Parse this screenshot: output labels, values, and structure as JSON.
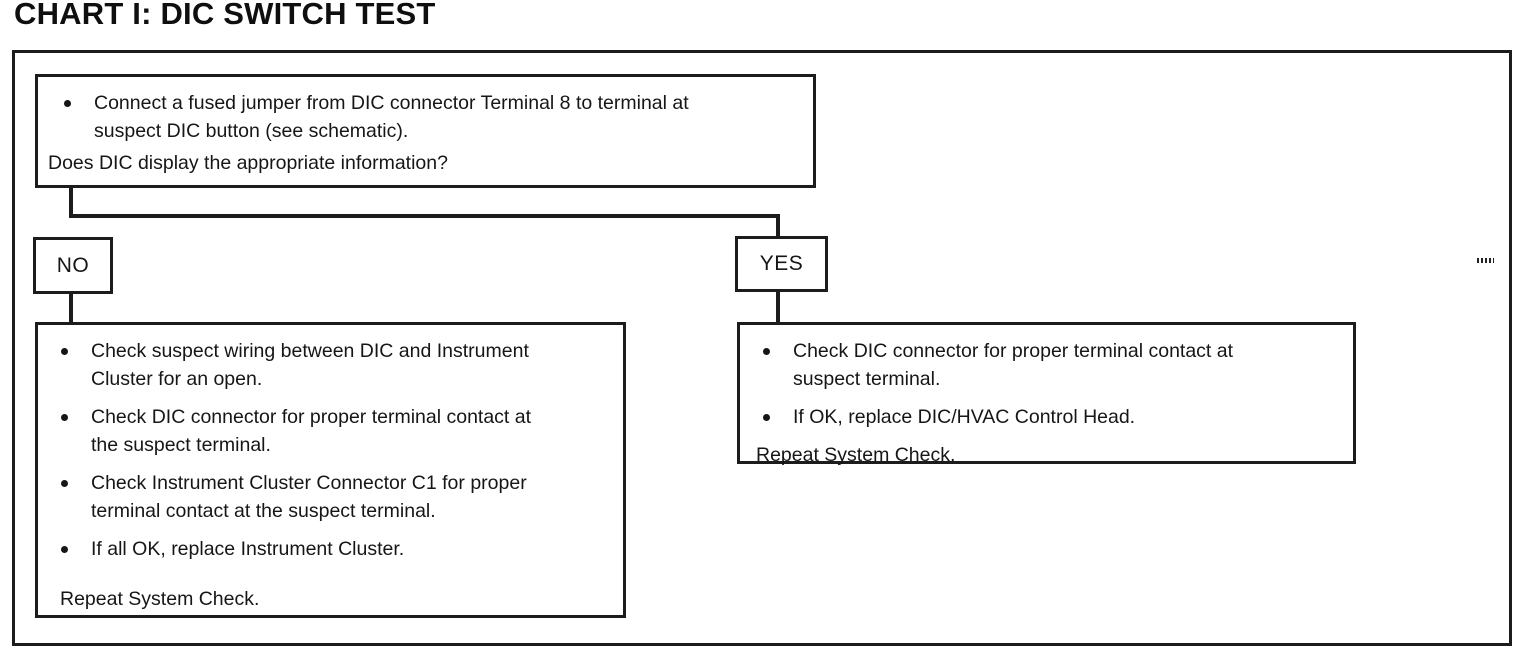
{
  "title": "CHART I: DIC SWITCH TEST",
  "colors": {
    "ink": "#161616",
    "paper": "#ffffff"
  },
  "flowchart": {
    "question_box": {
      "bullets": [
        "Connect a fused jumper from DIC connector Terminal 8 to terminal at suspect DIC button (see schematic)."
      ],
      "question": "Does DIC display the appropriate information?"
    },
    "no_branch": {
      "label": "NO",
      "bullets": [
        "Check suspect wiring between DIC and Instrument Cluster for an open.",
        "Check DIC connector for proper terminal contact at the suspect terminal.",
        "Check Instrument Cluster Connector C1 for proper terminal contact at the suspect terminal.",
        "If all OK, replace Instrument Cluster."
      ],
      "footer": "Repeat System Check."
    },
    "yes_branch": {
      "label": "YES",
      "bullets": [
        "Check DIC connector for proper terminal contact at suspect terminal.",
        "If OK, replace DIC/HVAC Control Head."
      ],
      "footer": "Repeat System Check."
    }
  }
}
